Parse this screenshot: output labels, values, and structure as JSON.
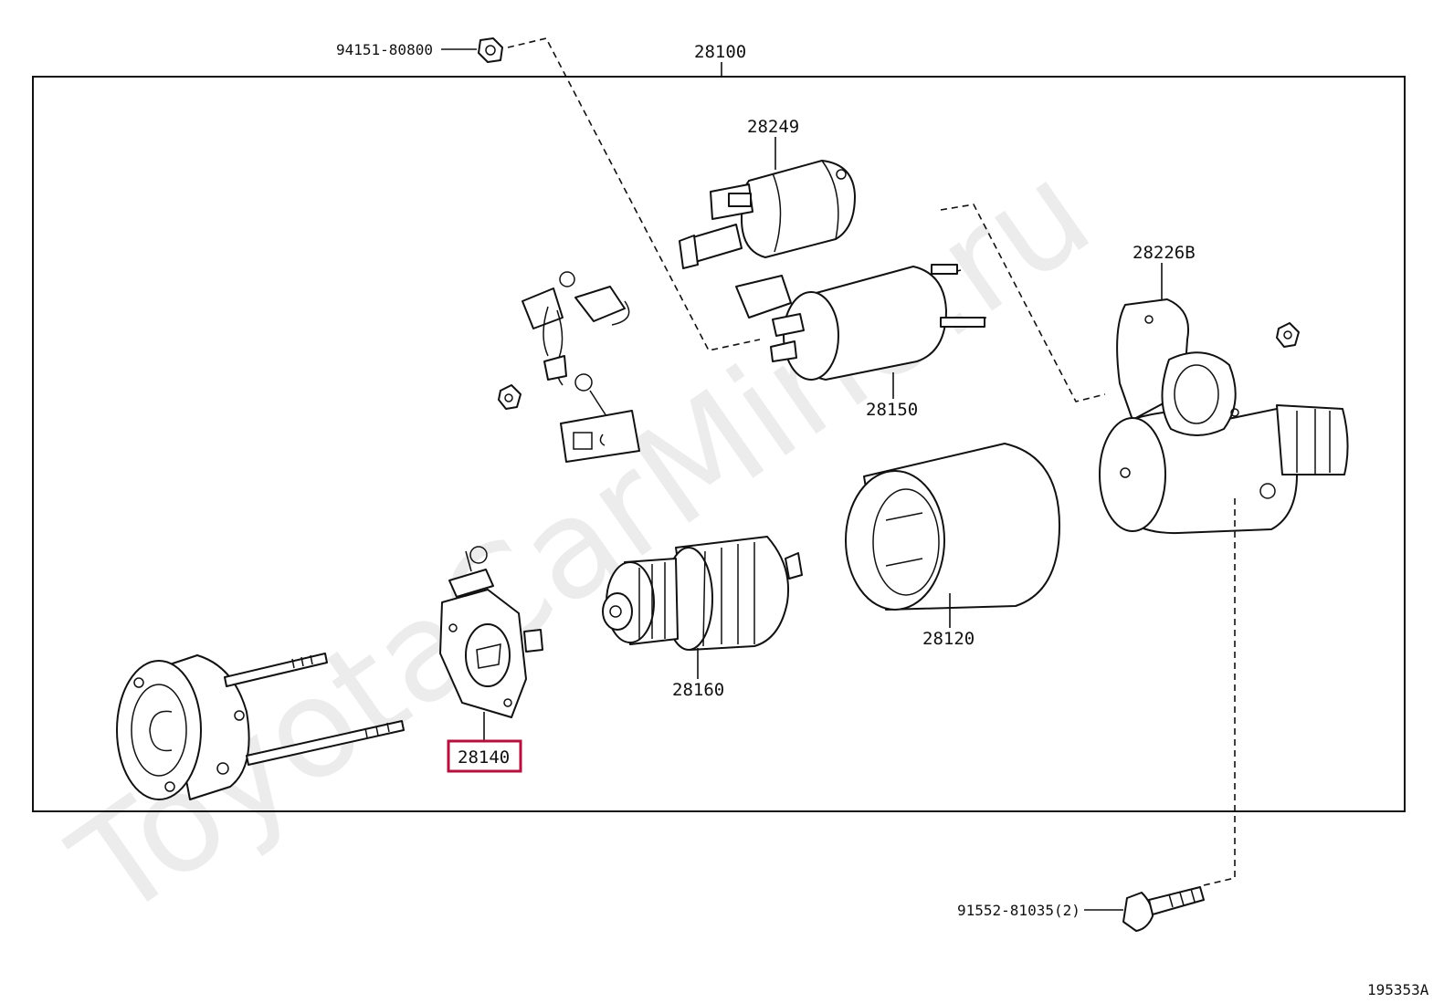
{
  "watermark": "ToyotaCarMine.ru",
  "assembly": {
    "number": "28100"
  },
  "parts": [
    {
      "id": "28100",
      "label": "28100"
    },
    {
      "id": "28249",
      "label": "28249"
    },
    {
      "id": "28226B",
      "label": "28226B"
    },
    {
      "id": "28150",
      "label": "28150"
    },
    {
      "id": "28120",
      "label": "28120"
    },
    {
      "id": "28160",
      "label": "28160"
    },
    {
      "id": "28140",
      "label": "28140",
      "highlighted": true
    }
  ],
  "fasteners": [
    {
      "id": "94151-80800",
      "label": "94151-80800"
    },
    {
      "id": "91552-81035",
      "label": "91552-81035(2)"
    }
  ],
  "figure_code": "195353A",
  "colors": {
    "highlight": "#b3123e",
    "line": "#111111",
    "watermark": "#ececec"
  }
}
